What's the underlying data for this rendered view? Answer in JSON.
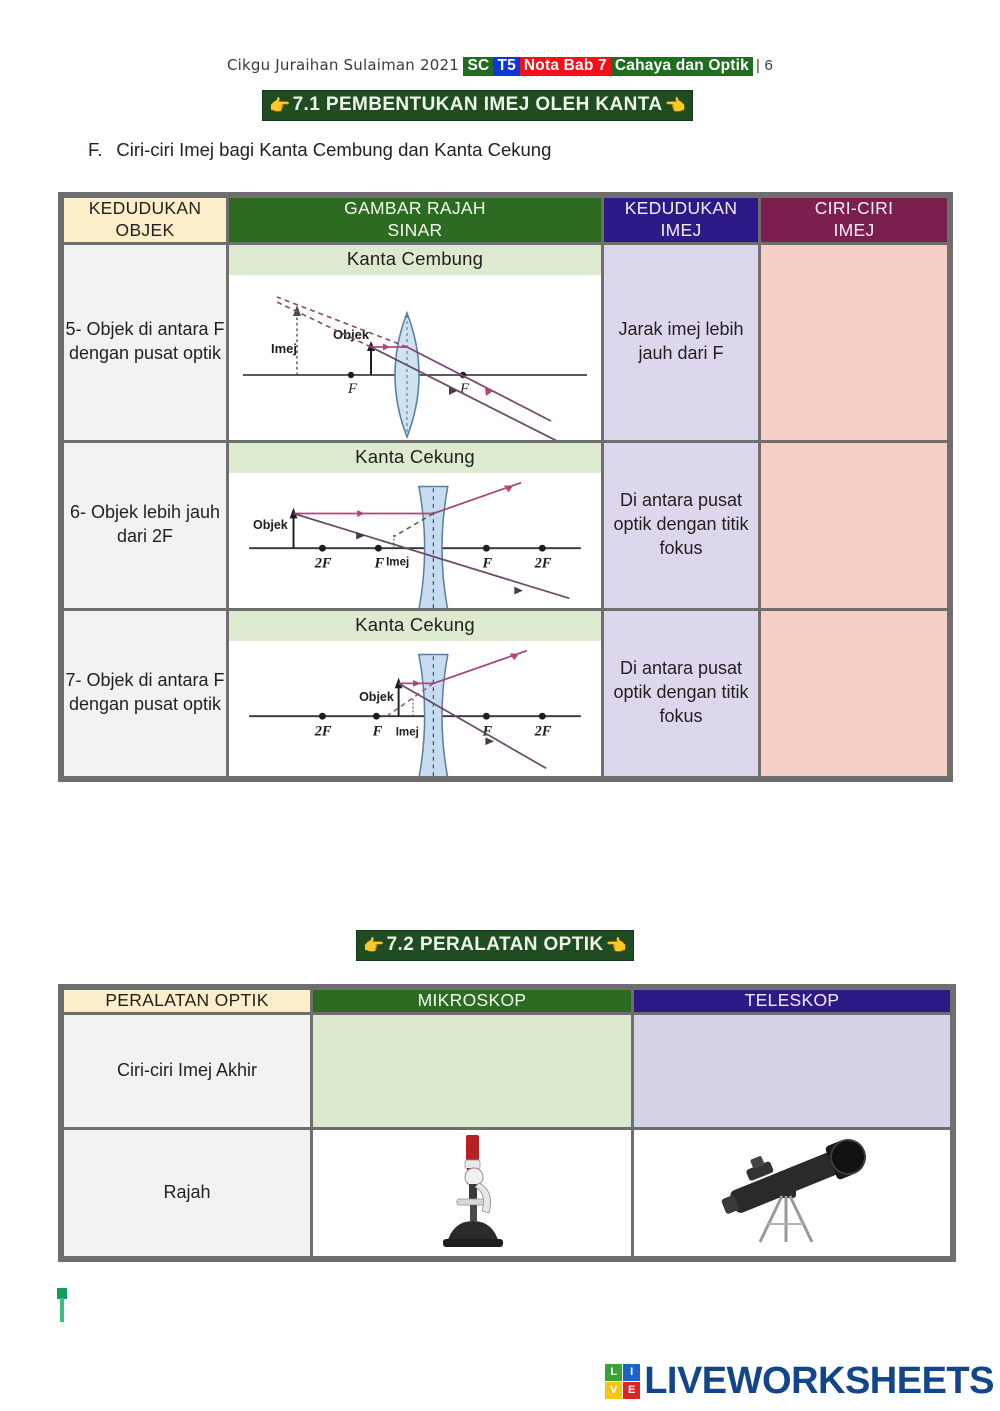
{
  "runhead": {
    "author": "Cikgu Juraihan Sulaiman 2021",
    "chip_sc": "SC",
    "chip_t5": "T5",
    "chip_nota": "Nota Bab 7",
    "chip_topic": "Cahaya dan Optik",
    "page": "| 6"
  },
  "banners": {
    "s71": "7.1 PEMBENTUKAN IMEJ OLEH KANTA",
    "s72": "7.2 PERALATAN OPTIK",
    "hand_left": "👉",
    "hand_right": "👈"
  },
  "subheading": {
    "letter": "F.",
    "text": "Ciri-ciri Imej bagi Kanta Cembung dan Kanta Cekung"
  },
  "table_lens": {
    "headers": [
      "KEDUDUKAN OBJEK",
      "GAMBAR RAJAH SINAR",
      "KEDUDUKAN IMEJ",
      "CIRI-CIRI IMEJ"
    ],
    "headers_lines": [
      [
        "KEDUDUKAN",
        "OBJEK"
      ],
      [
        "GAMBAR RAJAH",
        "SINAR"
      ],
      [
        "KEDUDUKAN",
        "IMEJ"
      ],
      [
        "CIRI-CIRI",
        "IMEJ"
      ]
    ],
    "rows": [
      {
        "object_position": "5- Objek di antara F dengan pusat optik",
        "diagram_title": "Kanta Cembung",
        "diagram_labels": [
          "Imej",
          "Objek",
          "F",
          "F"
        ],
        "image_position": "Jarak imej lebih jauh dari F",
        "image_characteristics": ""
      },
      {
        "object_position": "6- Objek lebih jauh dari 2F",
        "diagram_title": "Kanta Cekung",
        "diagram_labels": [
          "Objek",
          "2F",
          "F",
          "Imej",
          "F",
          "2F"
        ],
        "image_position": "Di antara pusat optik dengan titik fokus",
        "image_characteristics": ""
      },
      {
        "object_position": "7- Objek di antara F dengan pusat optik",
        "diagram_title": "Kanta Cekung",
        "diagram_labels": [
          "Objek",
          "2F",
          "F",
          "Imej",
          "F",
          "2F"
        ],
        "image_position": "Di antara pusat optik dengan titik fokus",
        "image_characteristics": ""
      }
    ]
  },
  "table_optik": {
    "headers": [
      "PERALATAN OPTIK",
      "MIKROSKOP",
      "TELESKOP"
    ],
    "rows": [
      {
        "label": "Ciri-ciri Imej Akhir",
        "mikroskop": "",
        "teleskop": ""
      },
      {
        "label": "Rajah",
        "mikroskop": "microscope-photo",
        "teleskop": "telescope-photo"
      }
    ]
  },
  "footer": {
    "logo_squares": [
      "L",
      "I",
      "V",
      "E"
    ],
    "logo_wordmark": "LIVEWORKSHEETS"
  },
  "colors": {
    "header_cream": "#fbeec9",
    "header_green": "#2e6b22",
    "header_indigo": "#2e1a87",
    "header_maroon": "#7a1f4e",
    "cell_object": "#f1f2f2",
    "cell_diagram": "#dcead0",
    "cell_image_pos": "#dcd7ec",
    "cell_characteristics": "#f6cfc6",
    "banner_green": "#1f4d21",
    "grid_line": "#6e6e6e",
    "logo_blue": "#13458a"
  }
}
